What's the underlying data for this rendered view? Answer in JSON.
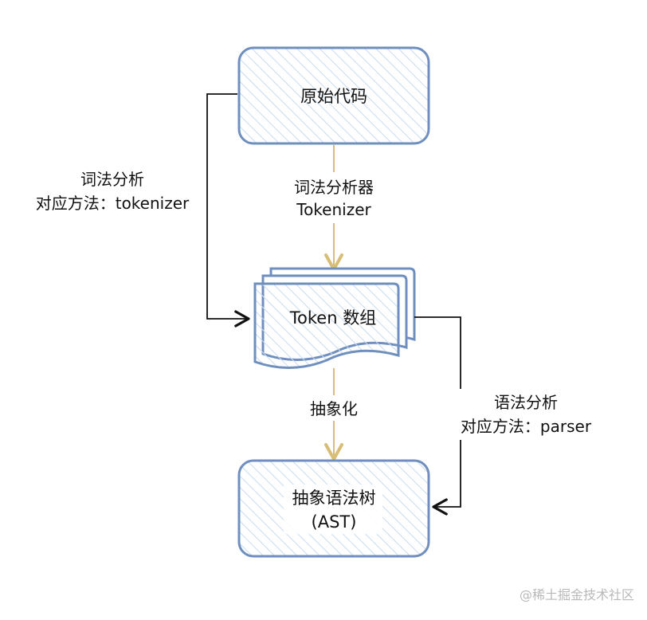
{
  "nodes": {
    "source": {
      "label": "原始代码"
    },
    "tokens": {
      "label": "Token 数组"
    },
    "ast": {
      "line1": "抽象语法树",
      "line2": "(AST)"
    }
  },
  "edges": {
    "tokenizer": {
      "line1": "词法分析器",
      "line2": "Tokenizer"
    },
    "lexical": {
      "line1": "词法分析",
      "line2": "对应方法：tokenizer"
    },
    "abstraction": {
      "label": "抽象化"
    },
    "syntax": {
      "line1": "语法分析",
      "line2": "对应方法：parser"
    }
  },
  "watermark": {
    "text": "@稀土掘金技术社区"
  },
  "colors": {
    "node_stroke": "#6f8fbf",
    "node_hatch": "#c9dcef",
    "gold_arrow": "#d7bd75",
    "black_arrow": "#111111",
    "watermark": "#b9b9b9"
  }
}
